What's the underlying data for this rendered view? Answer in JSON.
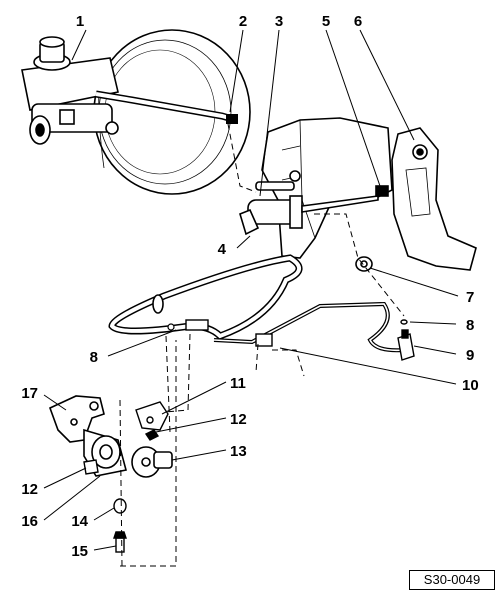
{
  "diagram": {
    "reference": "S30-0049",
    "callouts": {
      "c1": "1",
      "c2": "2",
      "c3": "3",
      "c4": "4",
      "c5": "5",
      "c6": "6",
      "c7": "7",
      "c8a": "8",
      "c8b": "8",
      "c9": "9",
      "c10": "10",
      "c11": "11",
      "c12a": "12",
      "c12b": "12",
      "c13": "13",
      "c14": "14",
      "c15": "15",
      "c16": "16",
      "c17": "17"
    }
  }
}
